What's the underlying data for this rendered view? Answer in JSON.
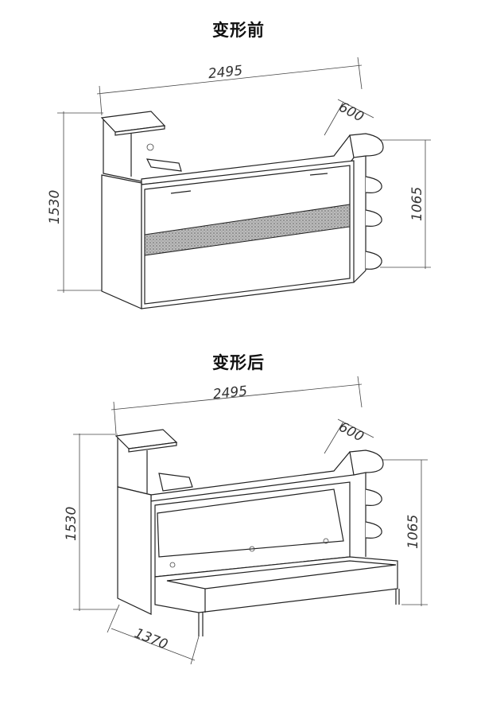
{
  "before": {
    "title": "变形前",
    "dims": {
      "width": "2495",
      "depth": "600",
      "height": "1530",
      "shelf_height": "1065"
    }
  },
  "after": {
    "title": "变形后",
    "dims": {
      "width": "2495",
      "depth": "600",
      "height": "1530",
      "shelf_height": "1065",
      "bed_extension": "1370"
    }
  }
}
